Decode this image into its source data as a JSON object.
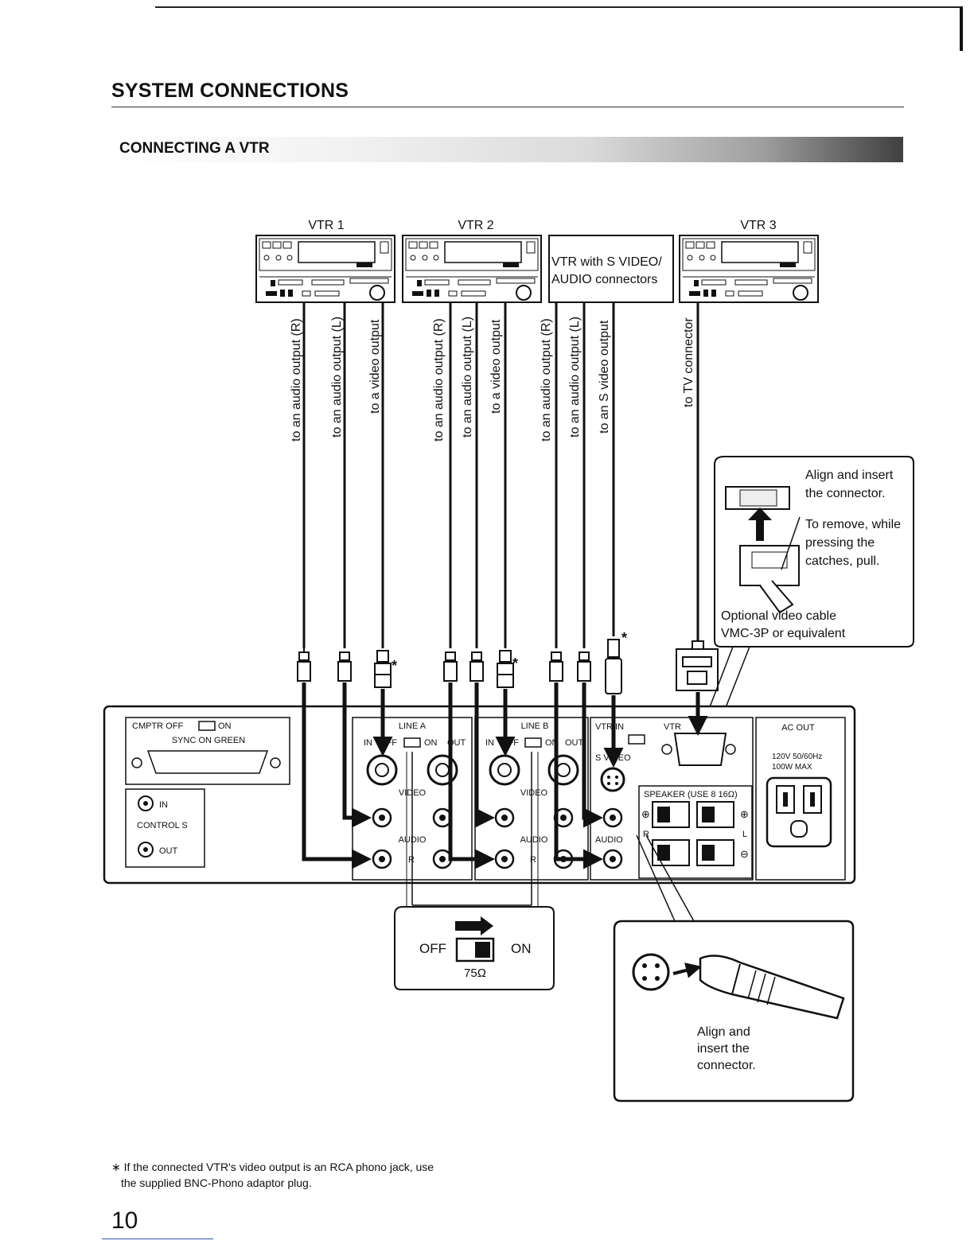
{
  "page": {
    "section_title": "SYSTEM CONNECTIONS",
    "subsection_title": "CONNECTING A VTR",
    "page_number": "10",
    "footnote_line1": "∗ If the connected VTR's video output is an RCA phono jack, use",
    "footnote_line2": "the supplied BNC-Phono adaptor plug."
  },
  "vtrs": {
    "vtr1_label": "VTR 1",
    "vtr2_label": "VTR 2",
    "vtr_s_line1": "VTR with S VIDEO/",
    "vtr_s_line2": "AUDIO connectors",
    "vtr3_label": "VTR 3"
  },
  "cables": {
    "audio_r": "to an audio output (R)",
    "audio_l": "to an audio output (L)",
    "video": "to a video output",
    "s_video": "to an S video output",
    "tv_connector": "to TV connector",
    "asterisk": "*"
  },
  "callout_connector": {
    "align_line1": "Align and insert",
    "align_line2": "the connector.",
    "remove_line1": "To remove, while",
    "remove_line2": "pressing the",
    "remove_line3": "catches, pull.",
    "cable_line1": "Optional video cable",
    "cable_line2": "VMC-3P or equivalent"
  },
  "rear_panel": {
    "cmptr_off": "CMPTR  OFF",
    "cmptr_on": "ON",
    "sync_on_green": "SYNC ON GREEN",
    "control_in": "IN",
    "control_s": "CONTROL S",
    "control_out": "OUT",
    "line_a": "LINE A",
    "line_b": "LINE B",
    "in": "IN",
    "off": "OFF",
    "on": "ON",
    "out": "OUT",
    "video": "VIDEO",
    "audio": "AUDIO",
    "l": "L",
    "r": "R",
    "vtr_in": "VTR IN",
    "vtr": "VTR",
    "s_video": "S VIDEO",
    "speaker": "SPEAKER (USE 8 16Ω)",
    "plus": "⊕",
    "minus": "⊖",
    "ac_out": "AC OUT",
    "ac_rating1": "120V 50/60Hz",
    "ac_rating2": "100W MAX"
  },
  "callout_switch": {
    "off": "OFF",
    "on": "ON",
    "ohm": "75Ω"
  },
  "callout_svideo": {
    "line1": "Align and",
    "line2": "insert the",
    "line3": "connector."
  }
}
